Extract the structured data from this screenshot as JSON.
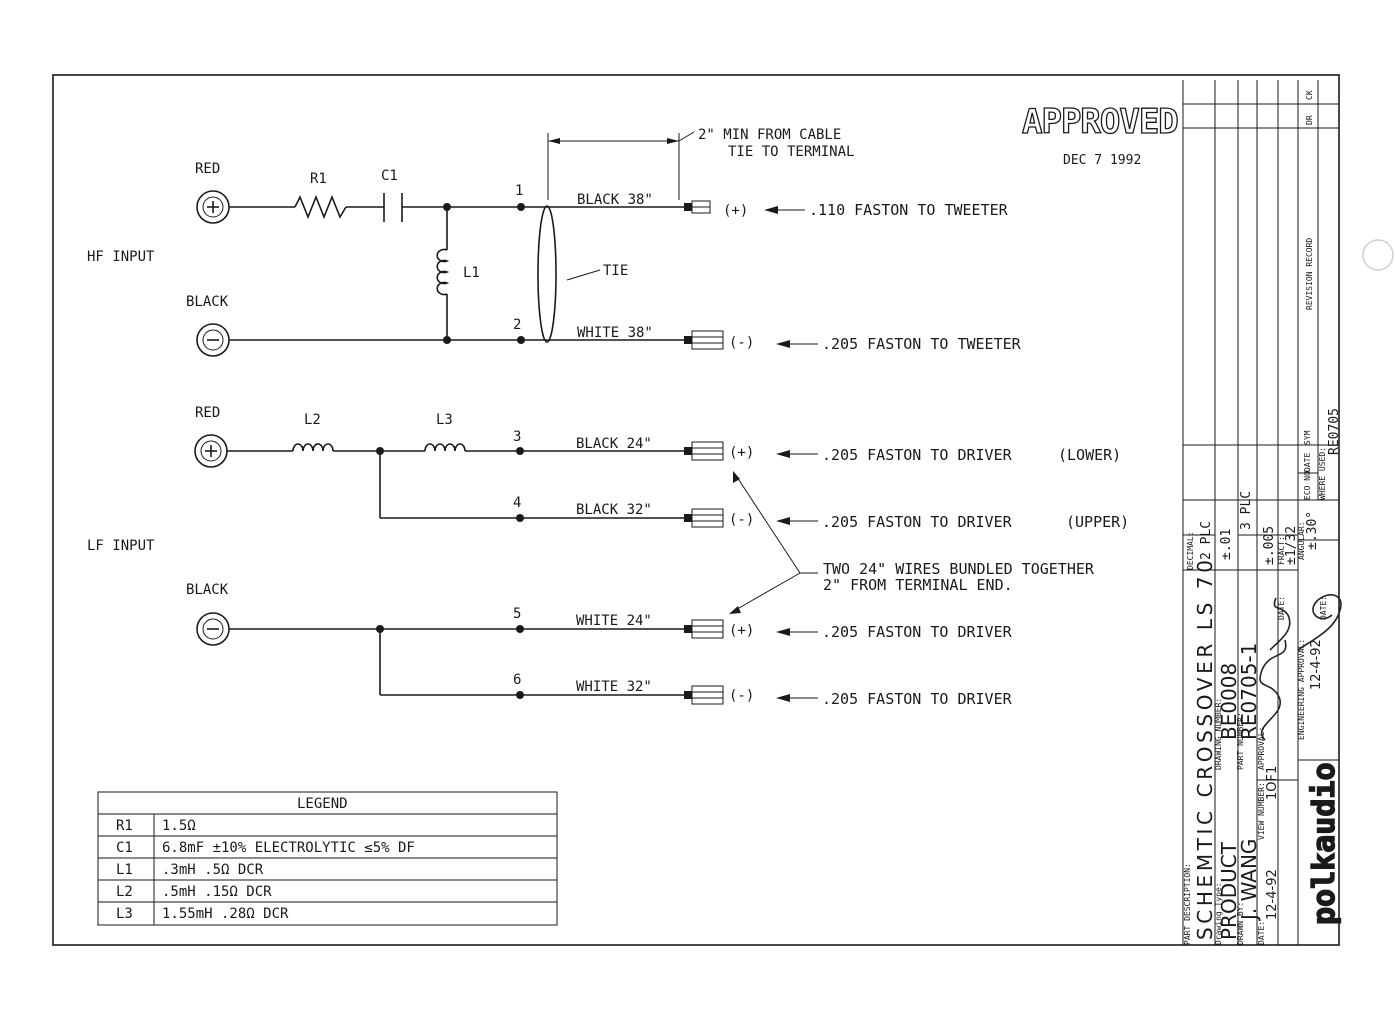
{
  "approval": {
    "stamp": "APPROVED",
    "date": "DEC 7 1992"
  },
  "dimension_note": {
    "line1": "2\" MIN FROM CABLE",
    "line2": "TIE TO TERMINAL"
  },
  "hf": {
    "input_label": "HF INPUT",
    "pos_label": "RED",
    "neg_label": "BLACK",
    "r1": "R1",
    "c1": "C1",
    "l1": "L1",
    "tie": "TIE",
    "wire1": {
      "num": "1",
      "label": "BLACK 38\"",
      "polarity": "(+)",
      "note": ".110 FASTON TO TWEETER"
    },
    "wire2": {
      "num": "2",
      "label": "WHITE 38\"",
      "polarity": "(-)",
      "note": ".205 FASTON TO TWEETER"
    }
  },
  "lf": {
    "input_label": "LF INPUT",
    "pos_label": "RED",
    "neg_label": "BLACK",
    "l2": "L2",
    "l3": "L3",
    "wire3": {
      "num": "3",
      "label": "BLACK 24\"",
      "polarity": "(+)",
      "note": ".205 FASTON TO DRIVER",
      "extra": "(LOWER)"
    },
    "wire4": {
      "num": "4",
      "label": "BLACK 32\"",
      "polarity": "(-)",
      "note": ".205 FASTON TO DRIVER",
      "extra": "(UPPER)"
    },
    "wire5": {
      "num": "5",
      "label": "WHITE 24\"",
      "polarity": "(+)",
      "note": ".205 FASTON TO DRIVER"
    },
    "wire6": {
      "num": "6",
      "label": "WHITE 32\"",
      "polarity": "(-)",
      "note": ".205 FASTON TO DRIVER"
    },
    "bundle_note1": "TWO 24\" WIRES BUNDLED TOGETHER",
    "bundle_note2": "2\" FROM TERMINAL END."
  },
  "legend": {
    "title": "LEGEND",
    "rows": [
      {
        "ref": "R1",
        "desc": "1.5Ω"
      },
      {
        "ref": "C1",
        "desc": "6.8mF ±10% ELECTROLYTIC  ≤5% DF"
      },
      {
        "ref": "L1",
        "desc": ".3mH  .5Ω DCR"
      },
      {
        "ref": "L2",
        "desc": ".5mH  .15Ω DCR"
      },
      {
        "ref": "L3",
        "desc": "1.55mH  .28Ω DCR"
      }
    ]
  },
  "title_block": {
    "part_desc_label": "PART DESCRIPTION:",
    "part_desc": "SCHEMTIC CROSSOVER LS 70",
    "drawing_type_label": "Drawing Type:",
    "drawing_type": "PRODUCT",
    "drawing_number_label": "DRAWING NUMBER:",
    "drawing_number": "BE0008",
    "drawn_by_label": "DRAWN BY:",
    "drawn_by": "J. WANG",
    "part_number_label": "PART NUMBER:",
    "part_number": "RE0705-1",
    "view_number_label": "VIEW NUMBER:",
    "view_number": "1OF1",
    "date_label": "DATE:",
    "date_drawn": "12-4-92",
    "approval_label": "APPROVAL:",
    "eng_approval_label": "ENGINEERING APPROVAL:",
    "eng_date": "12-4-92",
    "decimal_label": "DECIMAL:",
    "two_plc": "2 PLC",
    "tol_01": "±.01",
    "three_plc": "3 PLC",
    "tol_005": "±.005",
    "fract_label": "FRACT:",
    "tol_frac": "±1/32",
    "angular_label": "ANGULAR:",
    "tol_ang": "±.30°",
    "eco_label": "ECO NO.",
    "where_used_label": "WHERE USED:",
    "where_used": "RE0705",
    "date_col": "DATE",
    "sym_col": "SYM",
    "revision_record": "REVISION RECORD",
    "dr": "DR",
    "ck": "CK",
    "logo": "polkaudio"
  }
}
